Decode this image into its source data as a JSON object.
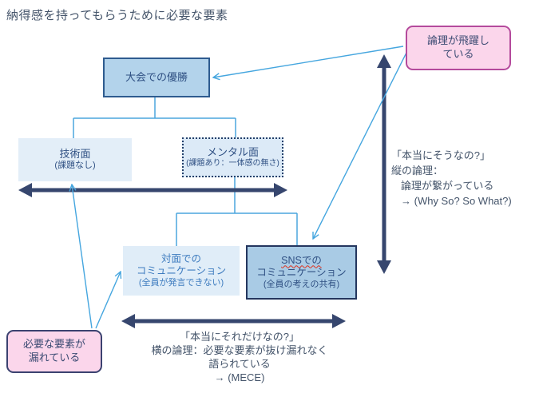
{
  "title": "納得感を持ってもらうために必要な要素",
  "boxes": {
    "root": {
      "label": "大会での優勝"
    },
    "technical": {
      "label": "技術面",
      "note": "(課題なし)"
    },
    "mental": {
      "label": "メンタル面",
      "note": "(課題あり：一体感の無さ)"
    },
    "face_to_face": {
      "label_line1": "対面での",
      "label_line2": "コミュニケーション",
      "note": "(全員が発言できない)"
    },
    "sns": {
      "label_line1": "SNSでの",
      "label_line2": "コミュニケーション",
      "note": "(全員の考えの共有)"
    }
  },
  "callouts": {
    "logic_leap": {
      "line1": "論理が飛躍し",
      "line2": "ている"
    },
    "missing_elements": {
      "line1": "必要な要素が",
      "line2": "漏れている"
    }
  },
  "annotations": {
    "vertical_logic": {
      "line1": "「本当にそうなの?」",
      "line2": "縦の論理：",
      "line3": "論理が繋がっている",
      "line4": "→ (Why So? So What?)"
    },
    "horizontal_logic": {
      "line1": "「本当にそれだけなの?」",
      "line2": "横の論理：必要な要素が抜け漏れなく",
      "line3": "語られている",
      "line4": "→ (MECE)"
    }
  },
  "colors": {
    "accent_blue_fill": "#B3D3EB",
    "sns_blue_fill": "#A9CBE5",
    "light_blue_fill": "#E3EEF8",
    "box_border_blue": "#2E5B8F",
    "box_border_navy": "#24365E",
    "pink_fill": "#FBD6EB",
    "pink_border_magenta": "#B44A9C",
    "pink_border_navy": "#3B4270",
    "dark_arrow": "#36466E",
    "teal_arrow": "#45A6DF",
    "connector_blue": "#4BA6DE",
    "annotation_text": "#44546A",
    "box_text": "#2F5083",
    "squiggle_red": "#E0321F"
  }
}
